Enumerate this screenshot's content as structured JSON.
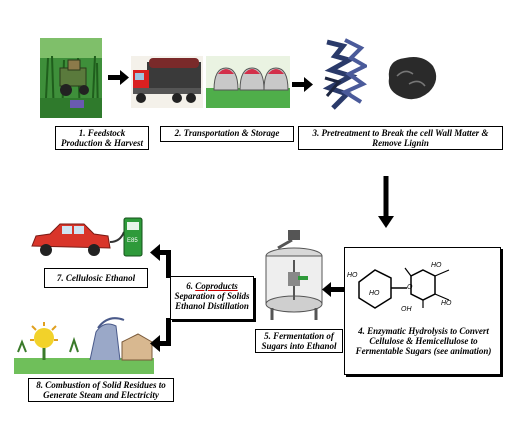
{
  "steps": {
    "s1": {
      "line1": "1. Feedstock",
      "line2": "Production & Harvest"
    },
    "s2": {
      "text": "2. Transportation & Storage"
    },
    "s3": {
      "line1": "3. Pretreatment to Break the cell Wall Matter &",
      "line2": "Remove Lignin"
    },
    "s4": {
      "line1": "4. Enzymatic Hydrolysis to Convert",
      "line2": "Cellulose & Hemicellulose to",
      "line3": "Fermentable Sugars (see animation)"
    },
    "s5": {
      "line1": "5. Fermentation of",
      "line2": "Sugars into Ethanol"
    },
    "s6": {
      "line1_prefix": "6. ",
      "line1_word": "Coproducts",
      "line2": "Separation of Solids",
      "line3": "Ethanol Distillation"
    },
    "s7": {
      "text": "7. Cellulosic Ethanol"
    },
    "s8": {
      "line1": "8. Combustion of Solid Residues to",
      "line2": "Generate Steam and Electricity"
    }
  },
  "molecule_labels": {
    "ho1": "HO",
    "ho2": "HO",
    "ho3": "HO",
    "ho4": "HO",
    "oh": "OH",
    "o": "O"
  },
  "colors": {
    "arrow": "#000000",
    "box_border": "#000000",
    "truck_cab": "#d92020",
    "car_body": "#d9352a",
    "pump": "#2e9a3a"
  }
}
